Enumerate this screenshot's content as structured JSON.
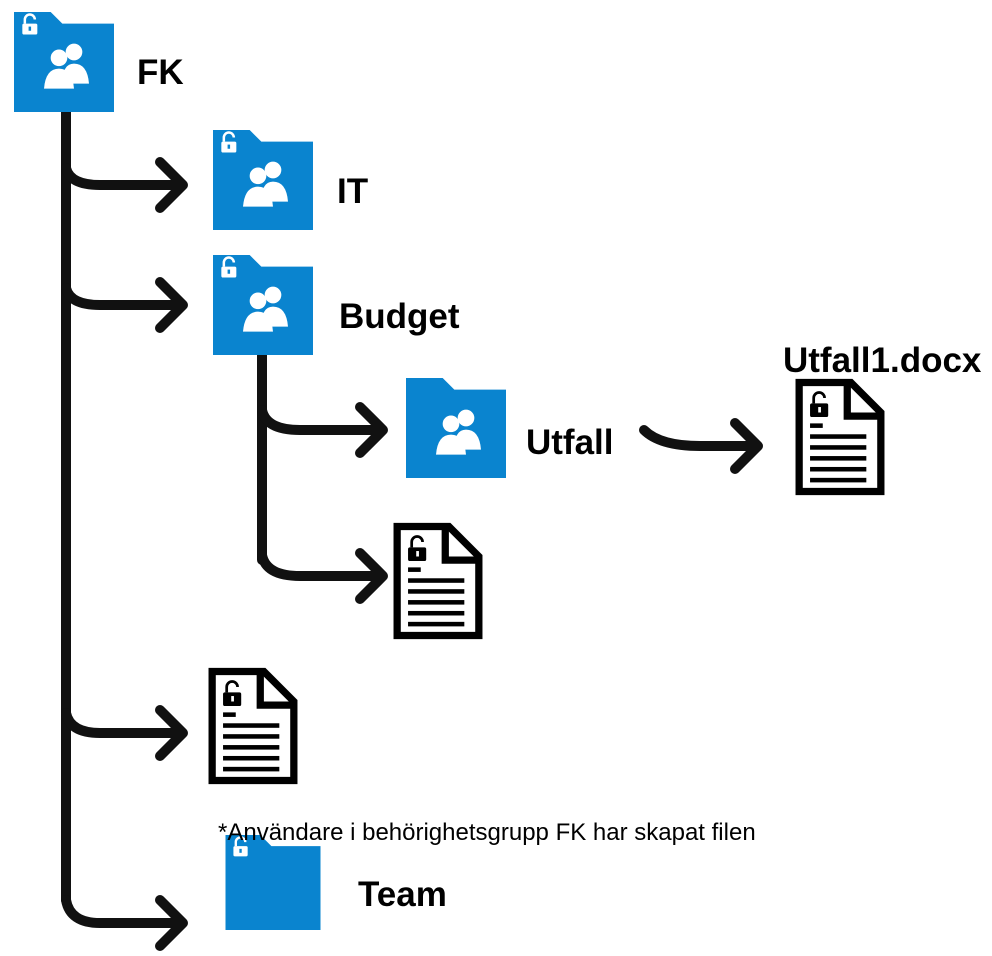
{
  "colors": {
    "folder": "#0a84cf",
    "line": "#111111",
    "document_stroke": "#000000"
  },
  "folders": [
    {
      "label": "FK",
      "icon": "group-folder-locked-icon"
    },
    {
      "label": "IT",
      "icon": "group-folder-locked-icon"
    },
    {
      "label": "Budget",
      "icon": "group-folder-locked-icon"
    },
    {
      "label": "Utfall",
      "icon": "group-folder-icon"
    },
    {
      "label": "Team",
      "icon": "folder-locked-icon"
    }
  ],
  "files": [
    {
      "label": "Utfall1.docx",
      "icon": "document-locked-icon"
    },
    {
      "label": "",
      "icon": "document-locked-icon"
    },
    {
      "label": "",
      "icon": "document-locked-icon"
    }
  ],
  "note": "*Användare i behörighetsgrupp FK har skapat filen"
}
